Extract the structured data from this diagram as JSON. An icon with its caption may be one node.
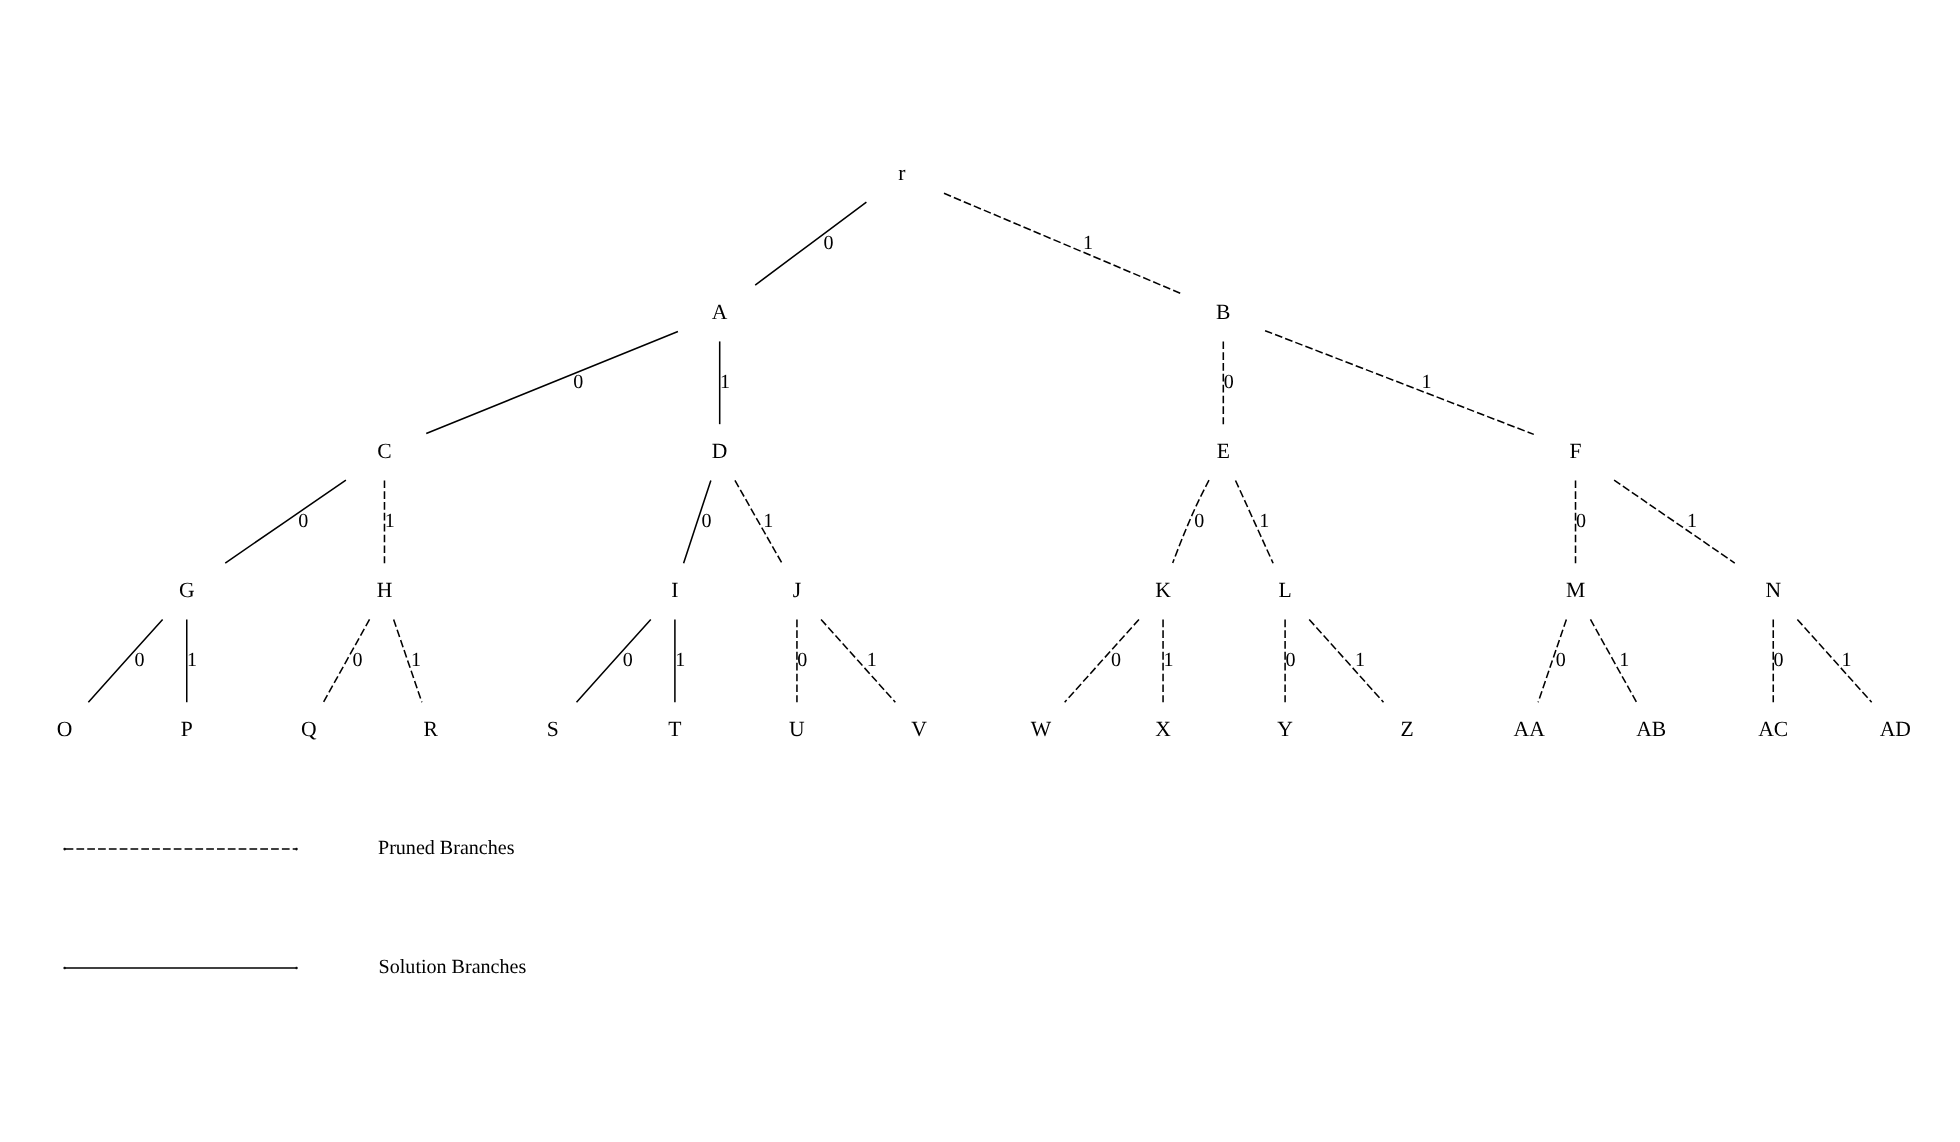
{
  "diagram": {
    "nodes": [
      {
        "text": [
          "r"
        ]
      },
      {
        "text": [
          "A"
        ]
      },
      {
        "text": [
          "B"
        ]
      },
      {
        "text": [
          "C"
        ]
      },
      {
        "text": [
          "D"
        ]
      },
      {
        "text": [
          "E"
        ]
      },
      {
        "text": [
          "F"
        ]
      },
      {
        "text": [
          "G"
        ]
      },
      {
        "text": [
          "H"
        ]
      },
      {
        "text": [
          "I"
        ]
      },
      {
        "text": [
          "J"
        ]
      },
      {
        "text": [
          "K"
        ]
      },
      {
        "text": [
          "L"
        ]
      },
      {
        "text": [
          "M"
        ]
      },
      {
        "text": [
          "N"
        ]
      },
      {
        "text": [
          "O"
        ]
      },
      {
        "text": [
          "P"
        ]
      },
      {
        "text": [
          "Q"
        ]
      },
      {
        "text": [
          "R"
        ]
      },
      {
        "text": [
          "S"
        ]
      },
      {
        "text": [
          "T"
        ]
      },
      {
        "text": [
          "U"
        ]
      },
      {
        "text": [
          "V"
        ]
      },
      {
        "text": [
          "W"
        ]
      },
      {
        "text": [
          "X"
        ]
      },
      {
        "text": [
          "Y"
        ]
      },
      {
        "text": [
          "Z"
        ]
      },
      {
        "text": [
          "AA"
        ]
      },
      {
        "text": [
          "AB"
        ]
      },
      {
        "text": [
          "AC"
        ]
      },
      {
        "text": [
          "AD"
        ]
      }
    ],
    "edges": [
      {
        "from": 0,
        "to": 1,
        "label": "0",
        "arrow": "none"
      },
      {
        "from": 0,
        "to": 2,
        "label": "1",
        "arrow": "none",
        "style": "dashed"
      },
      {
        "from": 1,
        "to": 3,
        "label": "0",
        "arrow": "none"
      },
      {
        "from": 1,
        "to": 4,
        "label": "1",
        "arrow": "none"
      },
      {
        "from": 2,
        "to": 5,
        "label": "0",
        "arrow": "none",
        "style": "dashed"
      },
      {
        "from": 2,
        "to": 6,
        "label": "1",
        "arrow": "none",
        "style": "dashed"
      },
      {
        "from": 3,
        "to": 7,
        "label": "0",
        "arrow": "none"
      },
      {
        "from": 3,
        "to": 8,
        "label": "1",
        "arrow": "none",
        "style": "dashed"
      },
      {
        "from": 4,
        "to": 9,
        "label": "0",
        "arrow": "none"
      },
      {
        "from": 4,
        "to": 10,
        "label": "1",
        "arrow": "none",
        "style": "dashed"
      },
      {
        "from": 5,
        "to": 11,
        "label": "0",
        "arrow": "none",
        "style": "dashed"
      },
      {
        "from": 5,
        "to": 12,
        "label": "1",
        "arrow": "none",
        "style": "dashed"
      },
      {
        "from": 6,
        "to": 13,
        "label": "0",
        "arrow": "none",
        "style": "dashed"
      },
      {
        "from": 6,
        "to": 14,
        "label": "1",
        "arrow": "none",
        "style": "dashed"
      },
      {
        "from": 7,
        "to": 15,
        "label": "0",
        "arrow": "none"
      },
      {
        "from": 7,
        "to": 16,
        "label": "1",
        "arrow": "none"
      },
      {
        "from": 8,
        "to": 17,
        "label": "0",
        "arrow": "none",
        "style": "dashed"
      },
      {
        "from": 8,
        "to": 18,
        "label": "1",
        "arrow": "none",
        "style": "dashed"
      },
      {
        "from": 9,
        "to": 19,
        "label": "0",
        "arrow": "none"
      },
      {
        "from": 9,
        "to": 20,
        "label": "1",
        "arrow": "none"
      },
      {
        "from": 10,
        "to": 21,
        "label": "0",
        "arrow": "none",
        "style": "dashed"
      },
      {
        "from": 10,
        "to": 22,
        "label": "1",
        "arrow": "none",
        "style": "dashed"
      },
      {
        "from": 11,
        "to": 23,
        "label": "0",
        "arrow": "none",
        "style": "dashed"
      },
      {
        "from": 11,
        "to": 24,
        "label": "1",
        "arrow": "none",
        "style": "dashed"
      },
      {
        "from": 12,
        "to": 25,
        "label": "0",
        "arrow": "none",
        "style": "dashed"
      },
      {
        "from": 12,
        "to": 26,
        "label": "1",
        "arrow": "none",
        "style": "dashed"
      },
      {
        "from": 13,
        "to": 27,
        "label": "0",
        "arrow": "none",
        "style": "dashed"
      },
      {
        "from": 13,
        "to": 28,
        "label": "1",
        "arrow": "none",
        "style": "dashed"
      },
      {
        "from": 14,
        "to": 29,
        "label": "0",
        "arrow": "none",
        "style": "dashed"
      },
      {
        "from": 14,
        "to": 30,
        "label": "1",
        "arrow": "none",
        "style": "dashed"
      }
    ],
    "legend": [
      {
        "text": "Pruned Branches"
      },
      {
        "text": "Solution Branches"
      }
    ]
  }
}
